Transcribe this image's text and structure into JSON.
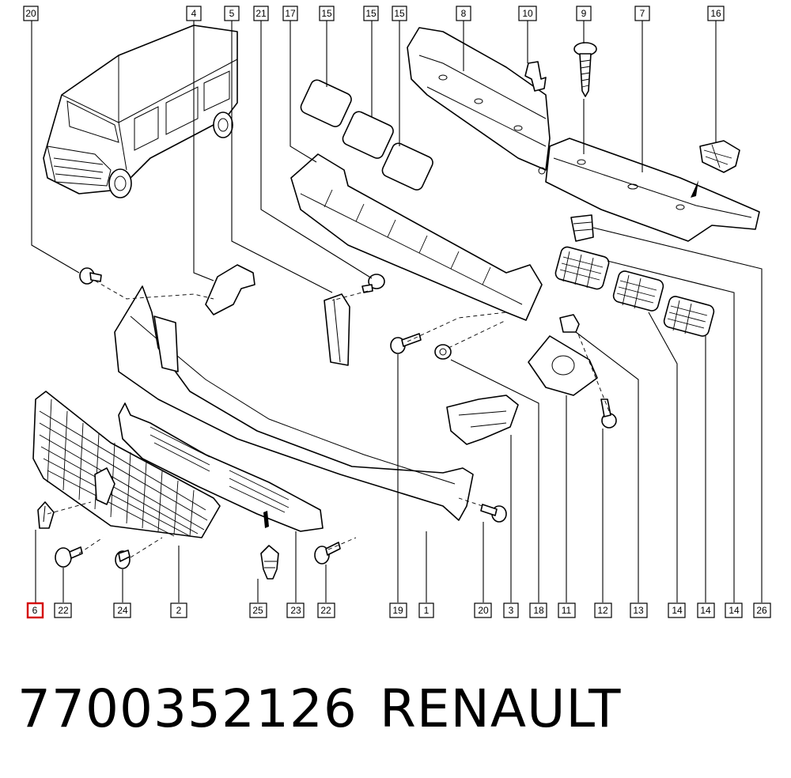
{
  "footer": {
    "part_number": "7700352126",
    "brand": "RENAULT"
  },
  "top_callouts": [
    "20",
    "4",
    "5",
    "21",
    "17",
    "15",
    "15",
    "15",
    "8",
    "10",
    "9",
    "7",
    "16"
  ],
  "bottom_callouts": [
    "6",
    "22",
    "24",
    "2",
    "25",
    "23",
    "22",
    "19",
    "1",
    "20",
    "3",
    "18",
    "11",
    "12",
    "13",
    "14",
    "14",
    "14",
    "26"
  ],
  "highlighted_callout": "6",
  "colors": {
    "line": "#000000",
    "highlight": "#d40000",
    "background": "#ffffff"
  }
}
